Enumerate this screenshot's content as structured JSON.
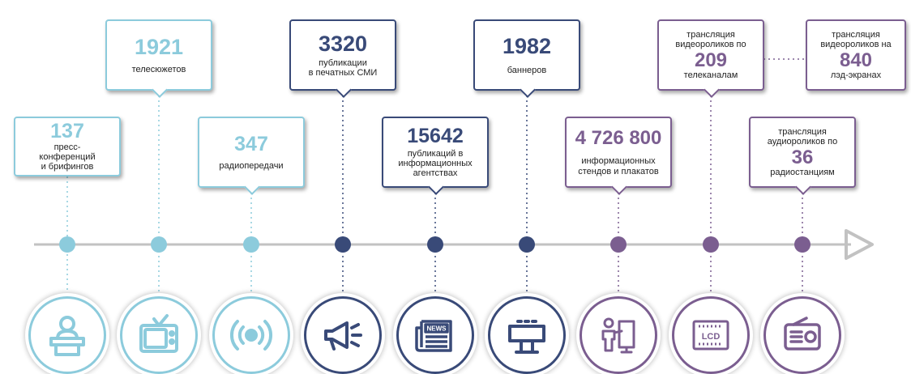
{
  "colors": {
    "light": "#8ccbdc",
    "navy": "#394a78",
    "purple": "#7b5e90",
    "axis": "#c2c2c2"
  },
  "items": [
    {
      "id": "press",
      "number": "137",
      "text": "пресс-\nконференций\nи брифингов",
      "theme": "light",
      "icon": "speaker-at-podium-icon"
    },
    {
      "id": "tv",
      "number": "1921",
      "text": "телесюжетов",
      "theme": "light",
      "icon": "tv-icon"
    },
    {
      "id": "radio",
      "number": "347",
      "text": "радиопередачи",
      "theme": "light",
      "icon": "broadcast-icon"
    },
    {
      "id": "print",
      "number": "3320",
      "text": "публикации\nв печатных СМИ",
      "theme": "navy",
      "icon": "megaphone-icon"
    },
    {
      "id": "agencies",
      "number": "15642",
      "text": "публикаций в\nинформационных\nагентствах",
      "theme": "navy",
      "icon": "newspaper-icon"
    },
    {
      "id": "banners",
      "number": "1982",
      "text": "баннеров",
      "theme": "navy",
      "icon": "billboard-icon"
    },
    {
      "id": "stands",
      "number": "4 726 800",
      "text": "информационных\nстендов и плакатов",
      "theme": "purple",
      "icon": "presenter-board-icon"
    },
    {
      "id": "tvvideo",
      "pre": "трансляция\nвидеороликов по",
      "number": "209",
      "text": "телеканалам",
      "theme": "purple",
      "icon": "lcd-icon"
    },
    {
      "id": "led",
      "pre": "трансляция\nвидеороликов на",
      "number": "840",
      "text": "лэд-экранах",
      "theme": "purple",
      "icon": ""
    },
    {
      "id": "audio",
      "pre": "трансляция\nаудиороликов по",
      "number": "36",
      "text": "радиостанциям",
      "theme": "purple",
      "icon": "radio-icon"
    }
  ],
  "icons": {
    "news_label": "NEWS",
    "lcd_label": "LCD"
  }
}
